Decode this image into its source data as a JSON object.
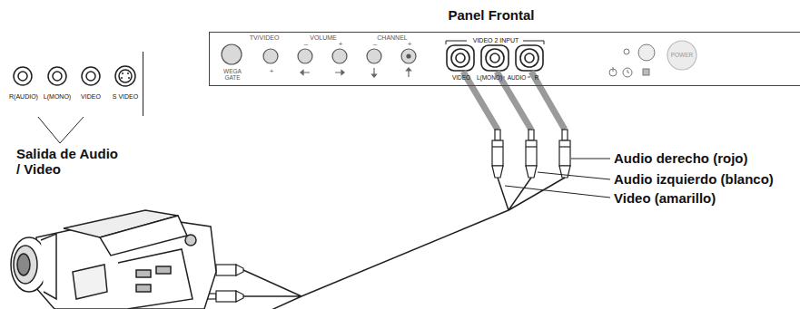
{
  "diagram": {
    "nodes": [
      {
        "text": [
          "Panel Frontal",
          "TV/VIDEO",
          "VOLUME",
          "–",
          "+",
          "CHANNEL",
          "–",
          "+",
          "WEGA GATE",
          "+"
        ]
      },
      {
        "text": [
          "VIDEO 2 INPUT",
          "VIDEO",
          "L(MONO)",
          "AUDIO",
          "R"
        ],
        "in": 0
      },
      {
        "text": [
          "POWER"
        ],
        "in": 0
      },
      {
        "text": [
          "R(AUDIO)",
          "L(MONO)",
          "VIDEO",
          "S VIDEO"
        ]
      }
    ],
    "labels": [
      "Salida de Audio / Video",
      "Audio derecho (rojo)",
      "Audio izquierdo (blanco)",
      "Video (amarillo)"
    ]
  }
}
